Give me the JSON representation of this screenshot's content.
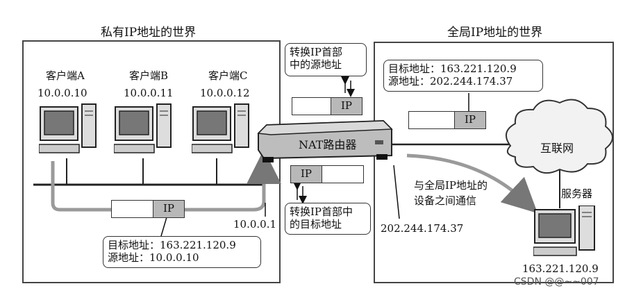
{
  "private_world": {
    "title": "私有IP地址的世界",
    "clients": [
      {
        "name": "客户端A",
        "ip": "10.0.0.10"
      },
      {
        "name": "客户端B",
        "ip": "10.0.0.11"
      },
      {
        "name": "客户端C",
        "ip": "10.0.0.12"
      }
    ],
    "router_inner_ip": "10.0.0.1",
    "packet": {
      "header": "IP"
    },
    "note": {
      "line1": "目标地址：163.221.120.9",
      "line2": "源地址：10.0.0.10"
    }
  },
  "nat": {
    "router_label": "NAT路由器",
    "top_note": {
      "line1": "转换IP首部",
      "line2": "中的源地址"
    },
    "bottom_note": {
      "line1": "转换IP首部中",
      "line2": "的目标地址"
    },
    "top_packet": {
      "header": "IP"
    },
    "bottom_packet": {
      "header": "IP"
    }
  },
  "global_world": {
    "title": "全局IP地址的世界",
    "note": {
      "line1": "目标地址：163.221.120.9",
      "line2": "源地址：202.244.174.37"
    },
    "packet": {
      "header": "IP"
    },
    "internet_label": "互联网",
    "server_label": "服务器",
    "server_ip": "163.221.120.9",
    "router_outer_ip": "202.244.174.37",
    "comm_label": {
      "line1": "与全局IP地址的",
      "line2": "设备之间通信"
    }
  },
  "watermark": "CSDN @@~~007"
}
